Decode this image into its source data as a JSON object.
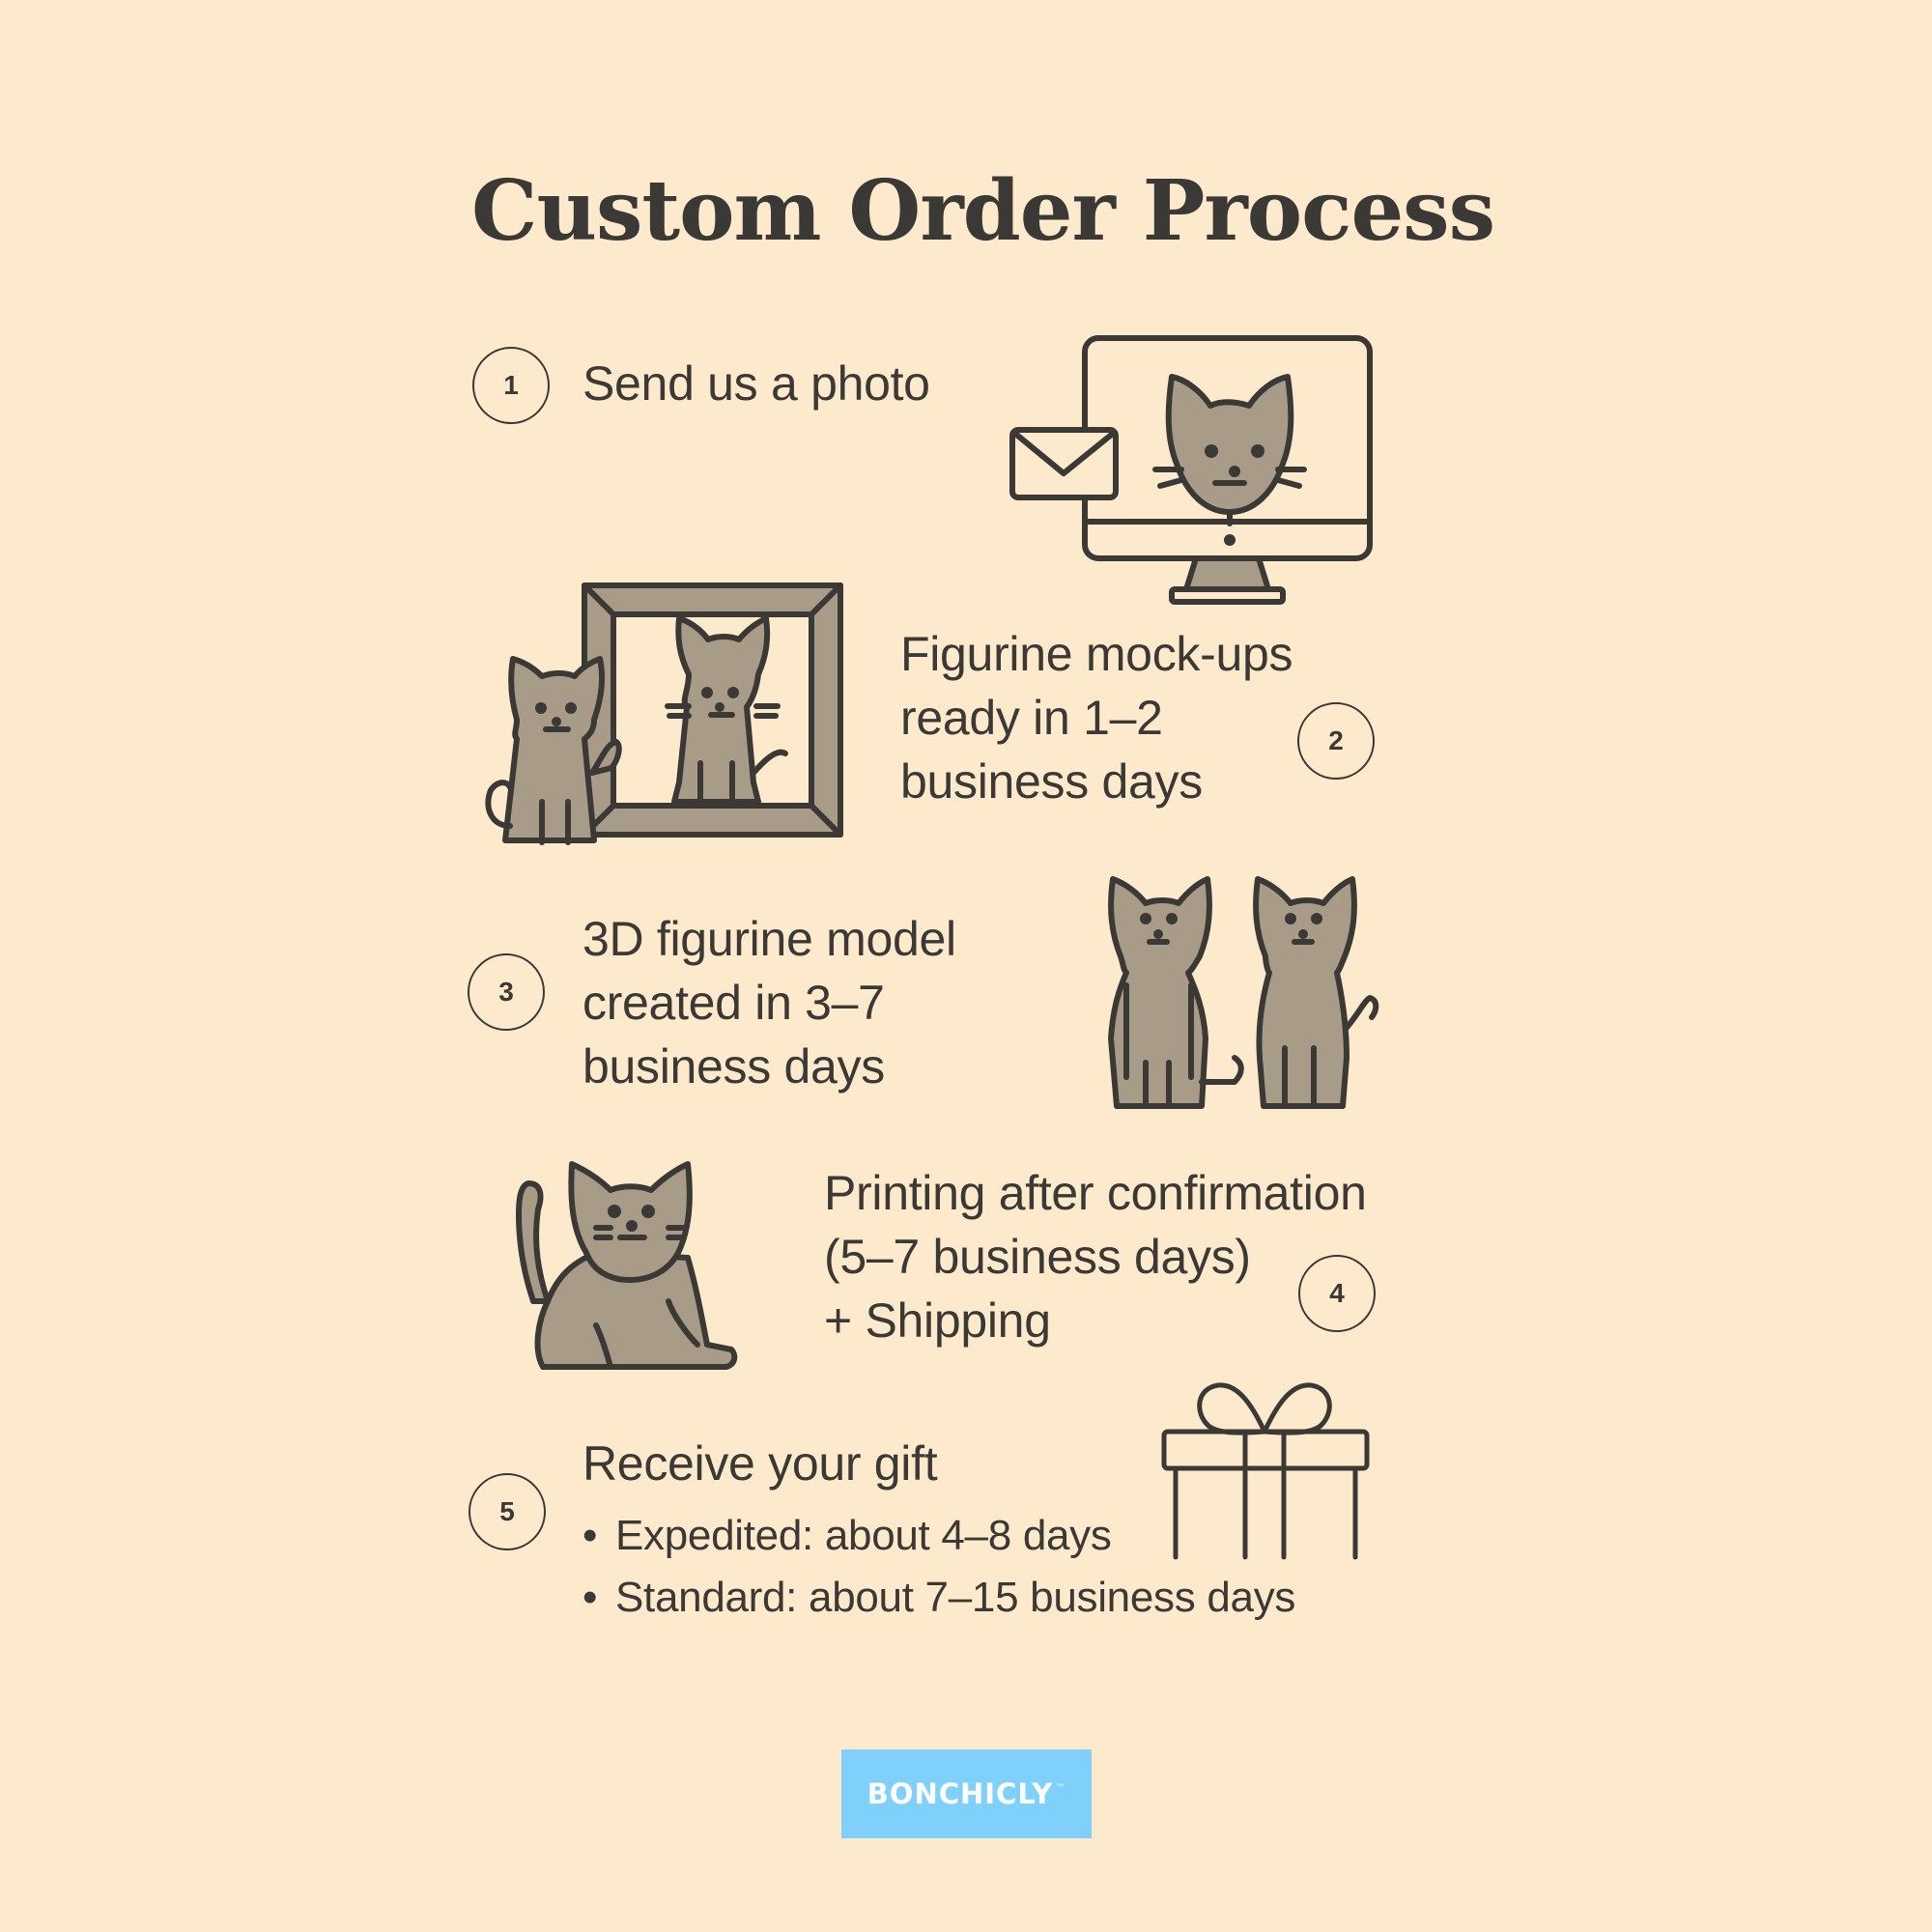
{
  "title": "Custom Order Process",
  "colors": {
    "background": "#fde9cc",
    "ink": "#3b3936",
    "illustration_fill": "#a89b87",
    "logo_bg": "#7fd1fc",
    "logo_text": "#ffffff"
  },
  "steps": [
    {
      "number": "1",
      "lines": [
        "Send us a photo"
      ],
      "illustration": "computer-monitor-with-cat-and-envelope-icon"
    },
    {
      "number": "2",
      "lines": [
        "Figurine mock-ups",
        "ready in 1–2",
        "business days"
      ],
      "illustration": "cats-with-picture-frame-icon"
    },
    {
      "number": "3",
      "lines": [
        "3D figurine model",
        "created in 3–7",
        "business days"
      ],
      "illustration": "two-standing-cats-icon"
    },
    {
      "number": "4",
      "lines": [
        "Printing after confirmation",
        "(5–7 business days)",
        "+ Shipping"
      ],
      "illustration": "sitting-cat-icon"
    },
    {
      "number": "5",
      "heading": "Receive your gift",
      "bullets": [
        "Expedited: about 4–8 days",
        "Standard: about 7–15 business days"
      ],
      "bullet_glyph": "•",
      "illustration": "gift-box-icon"
    }
  ],
  "logo": {
    "text": "BONCHICLY",
    "trademark": "™"
  }
}
